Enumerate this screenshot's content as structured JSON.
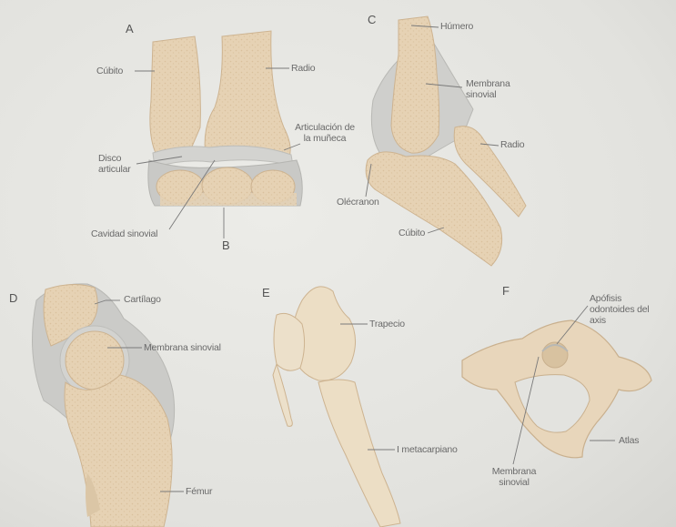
{
  "panels": [
    "A",
    "B",
    "C",
    "D",
    "E",
    "F"
  ],
  "labels": {
    "cubito_a": "Cúbito",
    "radio_a": "Radio",
    "disco_articular": "Disco articular",
    "articulacion_muneca": "Articulación de la muñeca",
    "cavidad_sinovial": "Cavidad sinovial",
    "humero": "Húmero",
    "membrana_sinovial_c": "Membrana sinovial",
    "radio_c": "Radio",
    "olecranon": "Olécranon",
    "cubito_c": "Cúbito",
    "cartilago": "Cartílago",
    "membrana_sinovial_d": "Membrana sinovial",
    "femur": "Fémur",
    "trapecio": "Trapecio",
    "metacarpiano": "I metacarpiano",
    "apofisis_odontoides": "Apófisis odontoides del axis",
    "atlas": "Atlas",
    "membrana_sinovial_f": "Membrana sinovial"
  },
  "colors": {
    "bone": "#e6d2b4",
    "bone_edge": "#cdb390",
    "cartilage": "#d3d3d0",
    "synovial": "#c9c9c6",
    "leader": "#7a7a7a",
    "text": "#6a6a6a"
  }
}
